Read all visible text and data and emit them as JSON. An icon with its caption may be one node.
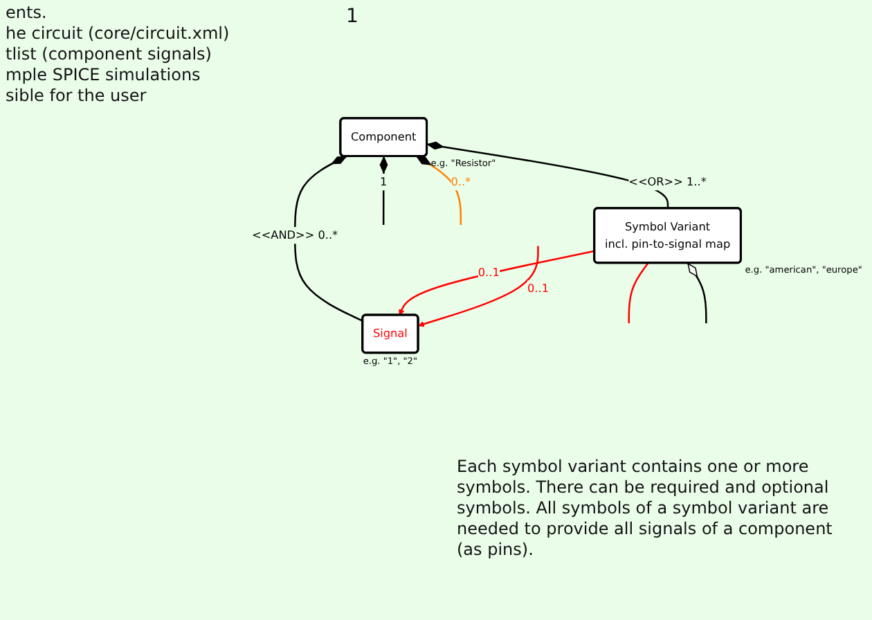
{
  "diagram": {
    "nodes": [
      {
        "text": [
          "Component"
        ],
        "beside": [
          "e.g. \"Resistor\""
        ]
      },
      {
        "text": [
          "Symbol Variant",
          "incl. pin-to-signal map"
        ],
        "beside": [
          "e.g. \"american\", \"europe\""
        ]
      },
      {
        "text": [
          "Signal"
        ],
        "beside": [
          "e.g. \"1\", \"2\""
        ]
      }
    ],
    "edges": [
      {
        "from": 0,
        "to": null,
        "arrow": "other",
        "label": "1"
      },
      {
        "from": 0,
        "to": 1,
        "arrow": "other",
        "label": "<<OR>> 1..*"
      },
      {
        "from": 0,
        "to": 2,
        "arrow": "other",
        "label": "<<AND>> 0..*"
      },
      {
        "from": 0,
        "to": null,
        "arrow": "other",
        "label": "0..*",
        "color": "#ff8000"
      },
      {
        "from": 1,
        "to": 2,
        "arrow": "to",
        "label": "0..1",
        "color": "#ff0000"
      },
      {
        "from": null,
        "to": 2,
        "arrow": "to",
        "label": "0..1",
        "color": "#ff0000"
      },
      {
        "from": 1,
        "to": null,
        "arrow": "none",
        "color": "#ff0000"
      },
      {
        "from": 1,
        "to": null,
        "arrow": "other"
      }
    ],
    "labels": [
      "ents.",
      "he circuit (core/circuit.xml)",
      "tlist (component signals)",
      "mple SPICE simulations",
      "sible for the user",
      "1",
      "Each symbol variant contains one or more symbols. There can be required and optional symbols. All symbols of a symbol variant are needed to provide all signals of a component (as pins)."
    ]
  }
}
